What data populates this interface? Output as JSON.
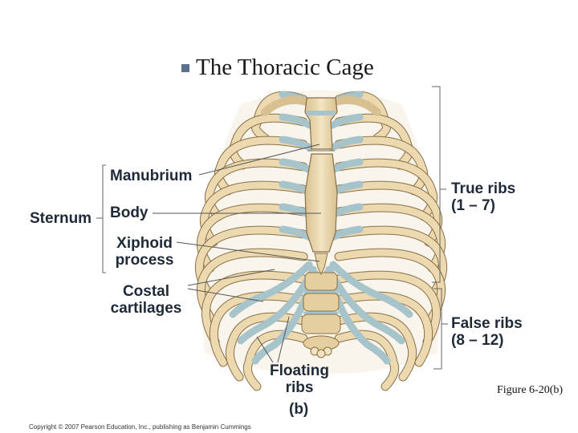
{
  "title": "The Thoracic Cage",
  "labels": {
    "sternum": "Sternum",
    "manubrium": "Manubrium",
    "body": "Body",
    "xiphoid_line1": "Xiphoid",
    "xiphoid_line2": "process",
    "costal_line1": "Costal",
    "costal_line2": "cartilages",
    "true_ribs_line1": "True ribs",
    "true_ribs_line2": "(1 – 7)",
    "false_ribs_line1": "False ribs",
    "false_ribs_line2": "(8 – 12)",
    "floating_line1": "Floating",
    "floating_line2": "ribs",
    "panel": "(b)"
  },
  "figure_ref": "Figure 6-20(b)",
  "copyright": "Copyright © 2007 Pearson Education, Inc., publishing as Benjamin Cummings",
  "colors": {
    "bone": "#ecd9b0",
    "bone_outline": "#8a7048",
    "cartilage": "#a7c4cb",
    "cartilage_outline": "#5d7f87",
    "label_text": "#1e2a38",
    "leader_line": "#555555"
  }
}
